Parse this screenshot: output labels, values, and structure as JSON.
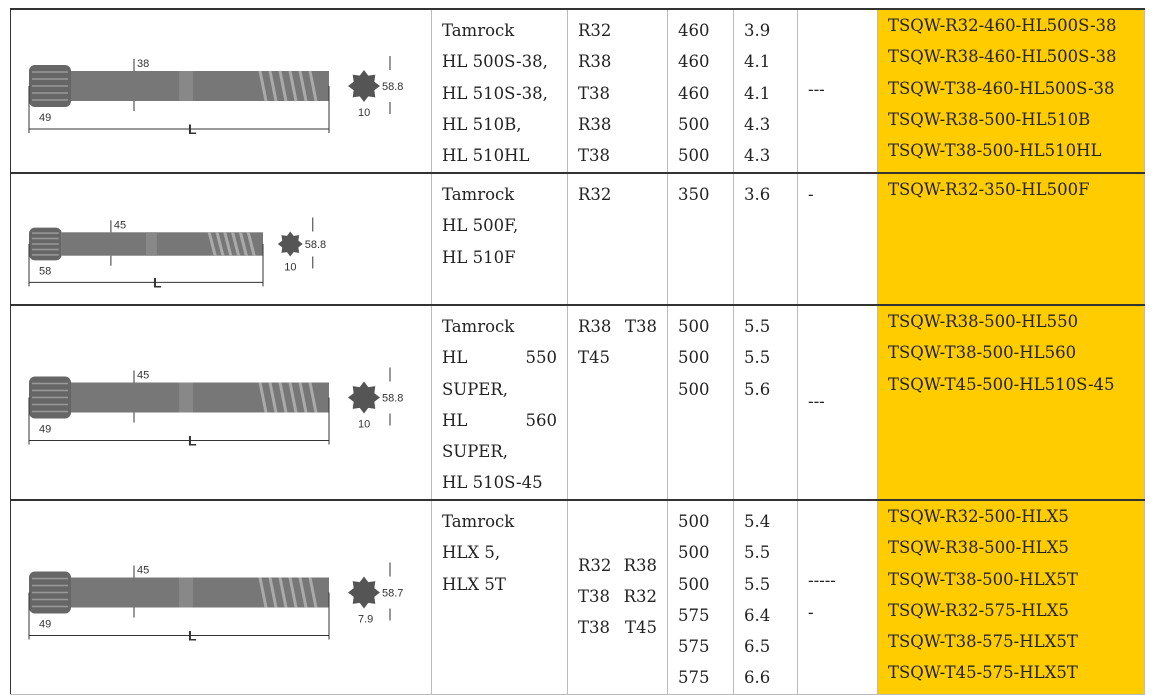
{
  "rows": [
    {
      "drawing": {
        "diameter": "38",
        "head": "49",
        "length": "L",
        "across": "58.8",
        "spline": "10"
      },
      "model": [
        "Tamrock",
        "HL 500S-38,",
        "HL 510S-38,",
        "HL 510B,",
        "HL 510HL"
      ],
      "thread": [
        "R32",
        "R38",
        "T38",
        "R38",
        "T38"
      ],
      "length": [
        "460",
        "460",
        "460",
        "500",
        "500"
      ],
      "weight": [
        "3.9",
        "4.1",
        "4.1",
        "4.3",
        "4.3"
      ],
      "note": [
        "---"
      ],
      "code": [
        "TSQW-R32-460-HL500S-38",
        "TSQW-R38-460-HL500S-38",
        "TSQW-T38-460-HL500S-38",
        "TSQW-R38-500-HL510B",
        "TSQW-T38-500-HL510HL"
      ]
    },
    {
      "drawing": {
        "diameter": "45",
        "head": "58",
        "length": "L",
        "across": "58.8",
        "spline": "10"
      },
      "model": [
        "Tamrock",
        "HL 500F,",
        "HL 510F"
      ],
      "thread": [
        "R32"
      ],
      "length": [
        "350"
      ],
      "weight": [
        "3.6"
      ],
      "note": [
        "-"
      ],
      "code": [
        "TSQW-R32-350-HL500F"
      ]
    },
    {
      "drawing": {
        "diameter": "45",
        "head": "49",
        "length": "L",
        "across": "58.8",
        "spline": "10"
      },
      "model": [
        "Tamrock",
        "HL 550",
        "SUPER,",
        "HL 560",
        "SUPER,",
        "HL 510S-45"
      ],
      "thread": [
        "R38 T38",
        "T45"
      ],
      "length": [
        "500",
        "500",
        "500"
      ],
      "weight": [
        "5.5",
        "5.5",
        "5.6"
      ],
      "note": [
        "---"
      ],
      "code": [
        "TSQW-R38-500-HL550",
        "TSQW-T38-500-HL560",
        "TSQW-T45-500-HL510S-45"
      ]
    },
    {
      "drawing": {
        "diameter": "45",
        "head": "49",
        "length": "L",
        "across": "58.7",
        "spline": "7.9"
      },
      "model": [
        "Tamrock",
        "HLX 5,",
        "HLX 5T"
      ],
      "thread": [
        "R32 R38",
        "T38 R32",
        "T38 T45"
      ],
      "length": [
        "500",
        "500",
        "500",
        "575",
        "575",
        "575"
      ],
      "weight": [
        "5.4",
        "5.5",
        "5.5",
        "6.4",
        "6.5",
        "6.6"
      ],
      "note": [
        "-----",
        "-"
      ],
      "code": [
        "TSQW-R32-500-HLX5",
        "TSQW-R38-500-HLX5",
        "TSQW-T38-500-HLX5T",
        "TSQW-R32-575-HLX5",
        "TSQW-T38-575-HLX5T",
        "TSQW-T45-575-HLX5T"
      ]
    }
  ]
}
